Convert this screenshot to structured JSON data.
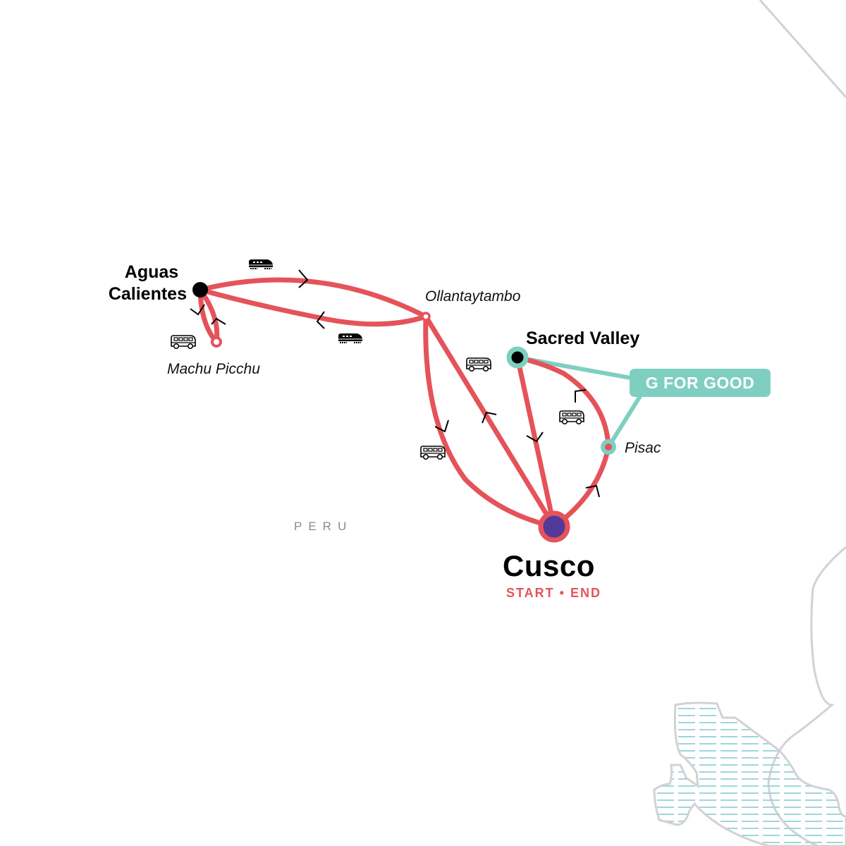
{
  "map": {
    "country_label": "PERU",
    "colors": {
      "route": "#e5535a",
      "start_end_node": "#53399a",
      "g_for_good": "#7fcfc1",
      "borders": "#d2d2d2",
      "water_hatch": "#9fd6de",
      "text": "#000000"
    },
    "locations": [
      {
        "name": "Aguas Calientes",
        "line1": "Aguas",
        "line2": "Calientes",
        "style": "bold",
        "marker": "black-dot"
      },
      {
        "name": "Machu Picchu",
        "style": "italic",
        "marker": "hollow-red"
      },
      {
        "name": "Ollantaytambo",
        "style": "italic",
        "marker": "hollow-red"
      },
      {
        "name": "Sacred Valley",
        "style": "bold",
        "marker": "black-dot-teal-ring"
      },
      {
        "name": "Pisac",
        "style": "italic",
        "marker": "red-dot-teal-ring"
      },
      {
        "name": "Cusco",
        "style": "bold-large",
        "marker": "purple-start-end",
        "sublabel": "START • END"
      }
    ],
    "badge": {
      "label": "G FOR GOOD",
      "connects": [
        "Sacred Valley",
        "Pisac"
      ]
    },
    "routes": [
      {
        "from": "Aguas Calientes",
        "to": "Ollantaytambo",
        "transport": "train-icon"
      },
      {
        "from": "Ollantaytambo",
        "to": "Aguas Calientes",
        "transport": "train-icon"
      },
      {
        "from": "Aguas Calientes",
        "to": "Machu Picchu",
        "transport": "bus-icon"
      },
      {
        "from": "Machu Picchu",
        "to": "Aguas Calientes",
        "transport": "bus-icon"
      },
      {
        "from": "Ollantaytambo",
        "to": "Cusco",
        "transport": "bus-icon"
      },
      {
        "from": "Cusco",
        "to": "Ollantaytambo",
        "transport": "bus-icon"
      },
      {
        "from": "Sacred Valley",
        "to": "Cusco",
        "transport": "bus-icon"
      },
      {
        "from": "Cusco",
        "to": "Pisac",
        "transport": "bus-icon"
      },
      {
        "from": "Pisac",
        "to": "Sacred Valley",
        "transport": "bus-icon"
      }
    ]
  }
}
